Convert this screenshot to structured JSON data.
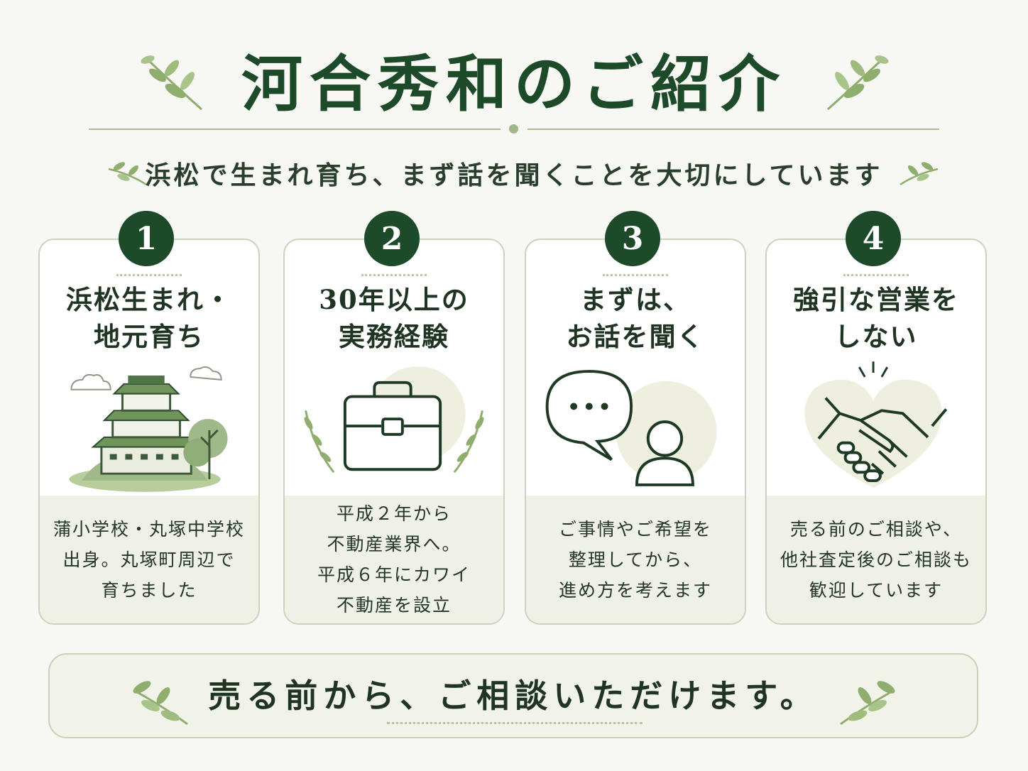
{
  "header": {
    "title": "河合秀和のご紹介",
    "subtitle": "浜松で生まれ育ち、まず話を聞くことを大切にしています"
  },
  "cards": [
    {
      "number": "1",
      "heading": "浜松生まれ・\n地元育ち",
      "body": "蒲小学校・丸塚中学校\n出身。丸塚町周辺で\n育ちました",
      "icon": "castle-icon"
    },
    {
      "number": "2",
      "heading": "30年以上の\n実務経験",
      "body": "平成２年から\n不動産業界へ。\n平成６年にカワイ\n不動産を設立",
      "icon": "briefcase-icon"
    },
    {
      "number": "3",
      "heading": "まずは、\nお話を聞く",
      "body": "ご事情やご希望を\n整理してから、\n進め方を考えます",
      "icon": "speech-person-icon"
    },
    {
      "number": "4",
      "heading": "強引な営業を\nしない",
      "body": "売る前のご相談や、\n他社査定後のご相談も\n歓迎しています",
      "icon": "handshake-icon"
    }
  ],
  "footer": {
    "message": "売る前から、ご相談いただけます。"
  },
  "colors": {
    "accent": "#1d4a28",
    "leaf": "#8fae6e",
    "card_foot": "#f0f1e6"
  }
}
